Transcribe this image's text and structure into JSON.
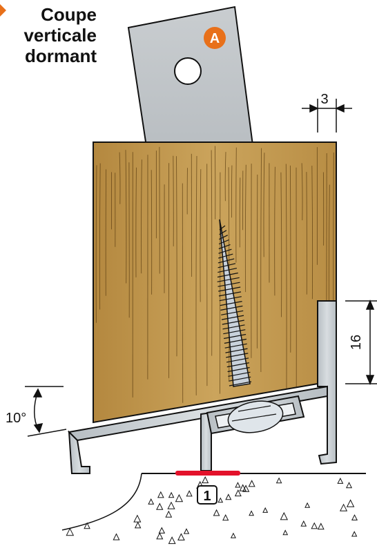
{
  "title": {
    "line1": "Coupe",
    "line2": "verticale",
    "line3": "dormant"
  },
  "labels": {
    "marker_a": "A",
    "dim_gap": "3",
    "dim_height": "16",
    "angle": "10°",
    "callout_1": "1"
  },
  "colors": {
    "accent_orange": "#e8701a",
    "seal_red": "#e3122b",
    "wood_base": "#c29a52",
    "aluminium": "#c6ccd0",
    "screw": "#c9d2dc"
  }
}
